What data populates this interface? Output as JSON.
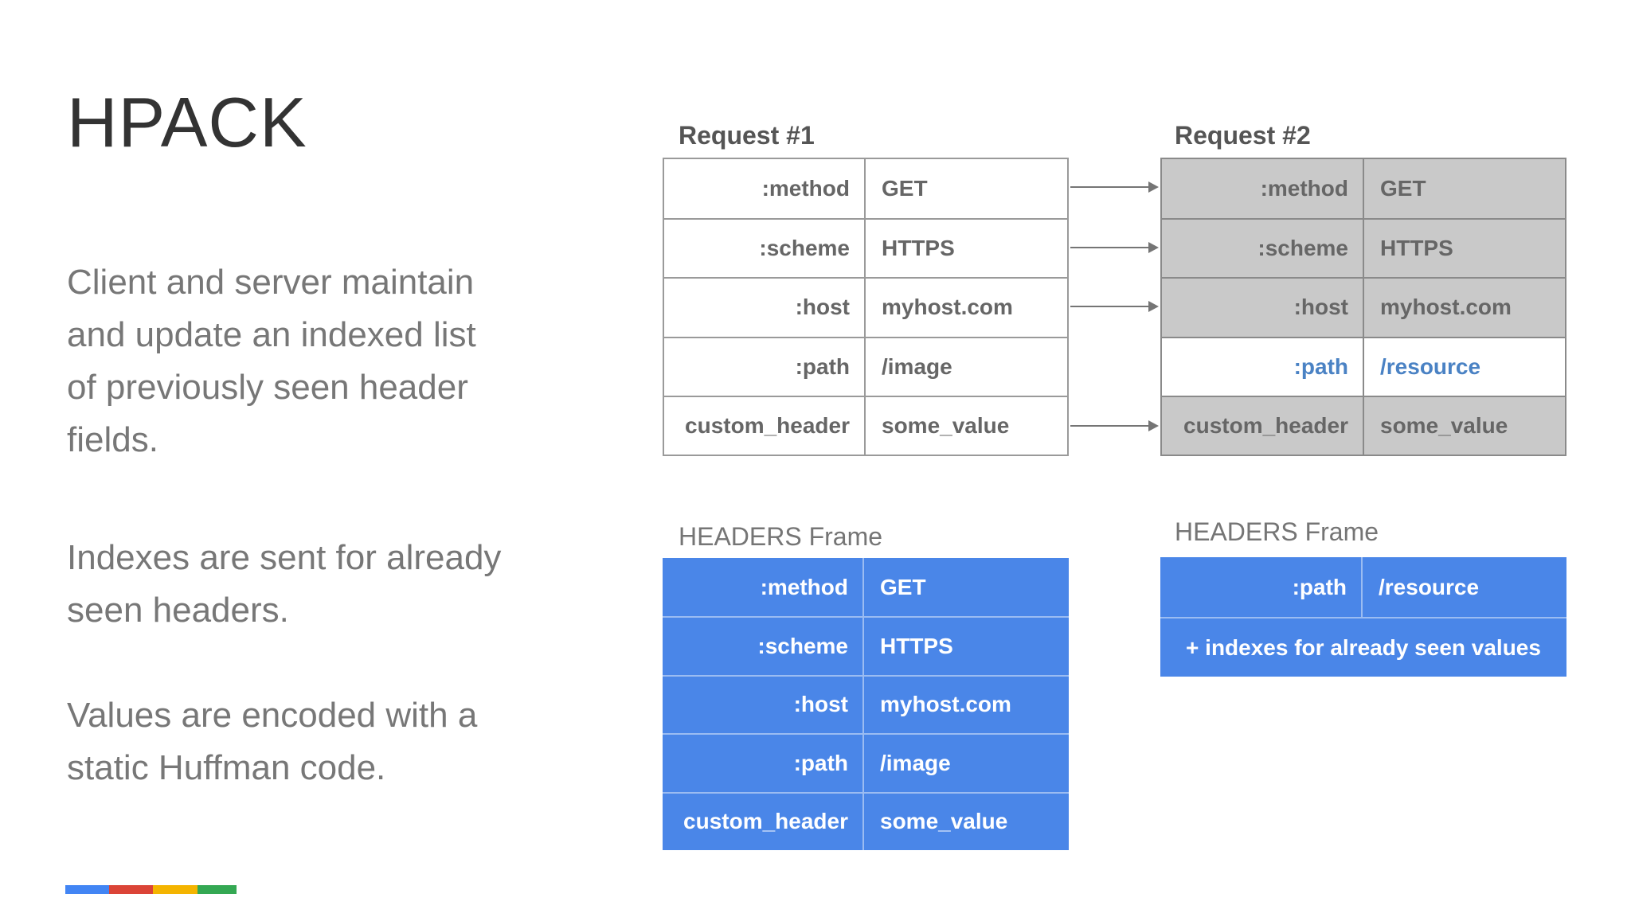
{
  "slide": {
    "title": "HPACK",
    "paragraphs": {
      "p1": "Client and server maintain\nand update an indexed list\nof previously seen header\nfields.",
      "p2": "Indexes are sent for already\nseen headers.",
      "p3": "Values are encoded with a\nstatic Huffman code."
    }
  },
  "colors": {
    "frame_blue": "#4a86e8",
    "row_gray": "#c9c9c9",
    "highlight_text_blue": "#4a82c4",
    "brand_bar": [
      "#4285f4",
      "#db4437",
      "#f4b400",
      "#34a853"
    ]
  },
  "request1": {
    "label": "Request #1",
    "rows": [
      {
        "key": ":method",
        "value": "GET"
      },
      {
        "key": ":scheme",
        "value": "HTTPS"
      },
      {
        "key": ":host",
        "value": "myhost.com"
      },
      {
        "key": ":path",
        "value": "/image"
      },
      {
        "key": "custom_header",
        "value": "some_value"
      }
    ]
  },
  "request2": {
    "label": "Request #2",
    "rows": [
      {
        "key": ":method",
        "value": "GET"
      },
      {
        "key": ":scheme",
        "value": "HTTPS"
      },
      {
        "key": ":host",
        "value": "myhost.com"
      },
      {
        "key": ":path",
        "value": "/resource"
      },
      {
        "key": "custom_header",
        "value": "some_value"
      }
    ]
  },
  "headers_frame1": {
    "label": "HEADERS Frame",
    "rows": [
      {
        "key": ":method",
        "value": "GET"
      },
      {
        "key": ":scheme",
        "value": "HTTPS"
      },
      {
        "key": ":host",
        "value": "myhost.com"
      },
      {
        "key": ":path",
        "value": "/image"
      },
      {
        "key": "custom_header",
        "value": "some_value"
      }
    ]
  },
  "headers_frame2": {
    "label": "HEADERS Frame",
    "rows": [
      {
        "key": ":path",
        "value": "/resource"
      }
    ],
    "note": "+ indexes for already seen values"
  }
}
